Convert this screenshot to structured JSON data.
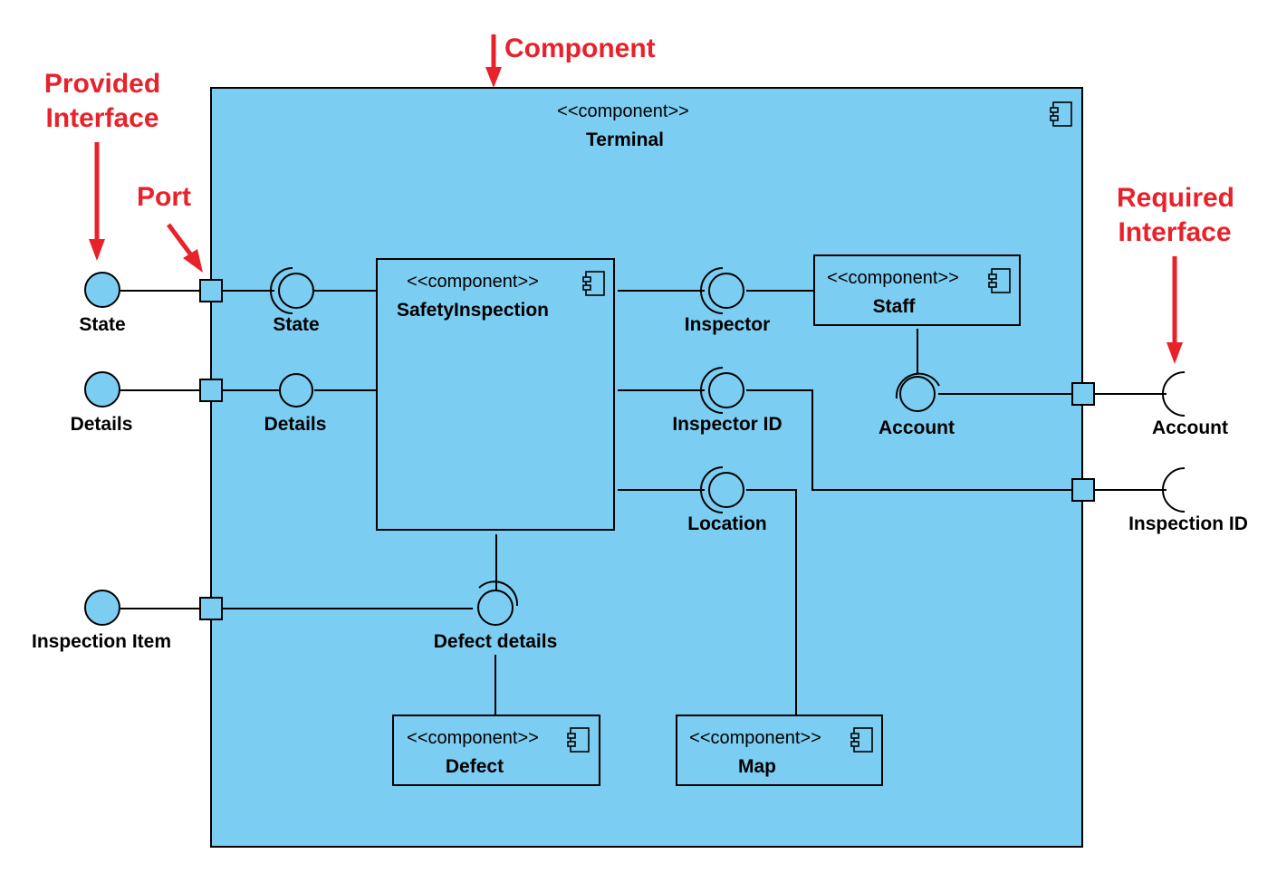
{
  "colors": {
    "component_fill": "#7ccdf2",
    "line": "#000000",
    "annotation": "#e8212a",
    "background": "#ffffff"
  },
  "annotations": {
    "component": "Component",
    "provided_interface_line1": "Provided",
    "provided_interface_line2": "Interface",
    "port": "Port",
    "required_interface_line1": "Required",
    "required_interface_line2": "Interface"
  },
  "components": {
    "terminal": {
      "stereotype": "<<component>>",
      "name": "Terminal"
    },
    "safety_inspection": {
      "stereotype": "<<component>>",
      "name": "SafetyInspection"
    },
    "staff": {
      "stereotype": "<<component>>",
      "name": "Staff"
    },
    "defect": {
      "stereotype": "<<component>>",
      "name": "Defect"
    },
    "map": {
      "stereotype": "<<component>>",
      "name": "Map"
    }
  },
  "external_interfaces": {
    "state": "State",
    "details": "Details",
    "inspection_item": "Inspection Item",
    "account": "Account",
    "inspection_id": "Inspection ID"
  },
  "internal_interfaces": {
    "state": "State",
    "details": "Details",
    "inspector": "Inspector",
    "inspector_id": "Inspector ID",
    "location": "Location",
    "account": "Account",
    "defect_details": "Defect details"
  }
}
